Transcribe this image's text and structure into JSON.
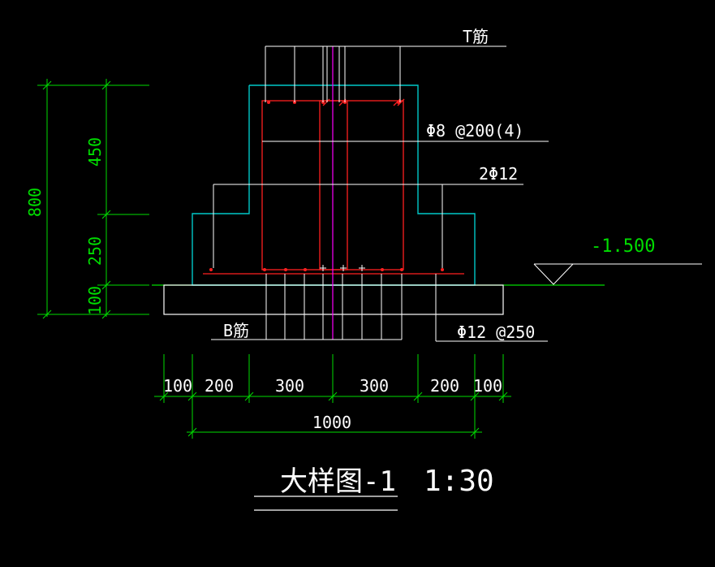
{
  "labels": {
    "top_bar": "T筋",
    "stirrup": "Φ8 @200(4)",
    "side_bars": "2Φ12",
    "elevation": "-1.500",
    "bottom_bar": "B筋",
    "bottom_mesh": "Φ12 @250",
    "title": "大样图-1",
    "scale": "1:30"
  },
  "vertical_dims": {
    "total": "800",
    "upper": "450",
    "middle": "250",
    "bottom": "100"
  },
  "horizontal_dims": {
    "segments": [
      "100",
      "200",
      "300",
      "300",
      "200",
      "100"
    ],
    "total": "1000"
  },
  "colors": {
    "background": "#000000",
    "lines": "#ffffff",
    "concrete_outline": "#00c8c8",
    "rebar": "#ff2020",
    "dimensions": "#00dd00",
    "center_line": "#ff00ff"
  }
}
